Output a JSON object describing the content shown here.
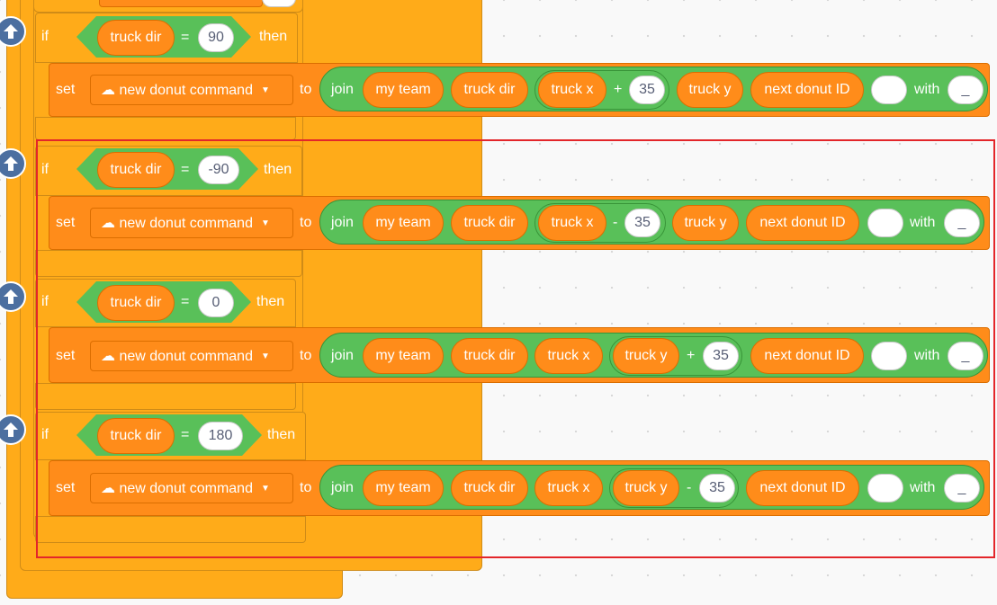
{
  "keywords": {
    "if": "if",
    "then": "then",
    "set": "set",
    "to": "to",
    "join": "join",
    "with": "with"
  },
  "variable_dropdown": "☁ new donut command",
  "blocks": [
    {
      "condition": {
        "left": "truck dir",
        "op": "=",
        "right": "90"
      },
      "join": {
        "a": "my team",
        "b": "truck dir",
        "math_left": "truck x",
        "math_op": "+",
        "math_right": "35",
        "d": "truck y",
        "e": "next donut ID",
        "empty": "",
        "last": "_"
      }
    },
    {
      "condition": {
        "left": "truck dir",
        "op": "=",
        "right": "-90"
      },
      "join": {
        "a": "my team",
        "b": "truck dir",
        "math_left": "truck x",
        "math_op": "-",
        "math_right": "35",
        "d": "truck y",
        "e": "next donut ID",
        "empty": "",
        "last": "_"
      }
    },
    {
      "condition": {
        "left": "truck dir",
        "op": "=",
        "right": "0"
      },
      "join": {
        "a": "my team",
        "b": "truck dir",
        "c": "truck x",
        "math_left": "truck y",
        "math_op": "+",
        "math_right": "35",
        "e": "next donut ID",
        "empty": "",
        "last": "_"
      }
    },
    {
      "condition": {
        "left": "truck dir",
        "op": "=",
        "right": "180"
      },
      "join": {
        "a": "my team",
        "b": "truck dir",
        "c": "truck x",
        "math_left": "truck y",
        "math_op": "-",
        "math_right": "35",
        "e": "next donut ID",
        "empty": "",
        "last": "_"
      }
    }
  ],
  "colors": {
    "control": "#ffab19",
    "data": "#ff8c1a",
    "operators": "#59c059",
    "selection": "#e3262a",
    "arrow": "#4c6fa0"
  },
  "icons": {
    "arrow": "arrow-up-circle-icon",
    "dropdown": "caret-down-icon"
  }
}
